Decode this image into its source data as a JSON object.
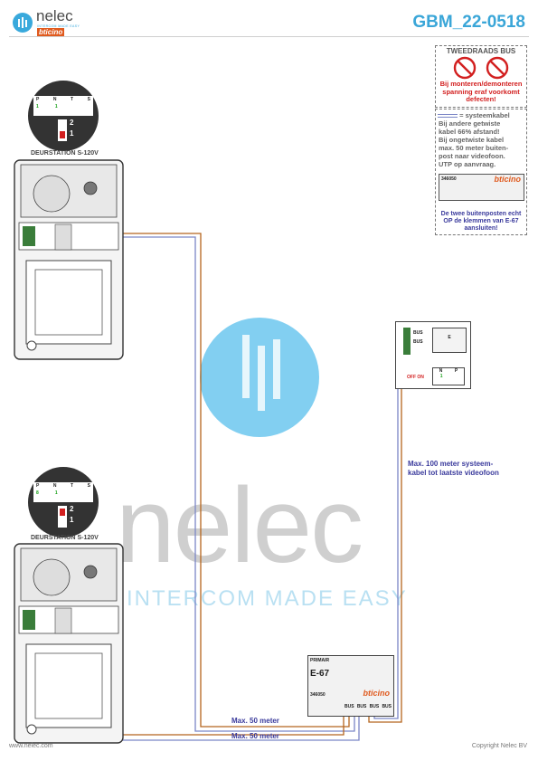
{
  "header": {
    "brand": "nelec",
    "brand_tagline": "INTERCOM MADE EASY",
    "brand_sub": "bticino",
    "doc_id": "GBM_22-0518"
  },
  "notes": {
    "bus_title": "TWEEDRAADS BUS",
    "bus_warning": "Bij monteren/demonteren spanning eraf voorkomt defecten!",
    "cable_title": "systeemkabel",
    "cable_lines": [
      "Bij andere getwiste",
      "kabel 66% afstand!",
      "Bij ongetwiste kabel",
      "max. 50 meter buiten-",
      "post naar videofoon.",
      "UTP op aanvraag."
    ],
    "mini_model": "346050",
    "mini_brand": "bticino",
    "terminal_note": "De twee buitenposten echt OP de klemmen van E-67 aansluiten!"
  },
  "stations": [
    {
      "label": "DEURSTATION S-120V",
      "jumper_headers": [
        "P",
        "N",
        "T",
        "S"
      ],
      "jumper_values": [
        "1",
        "1",
        "",
        ""
      ],
      "dip": [
        "2",
        "1"
      ]
    },
    {
      "label": "DEURSTATION S-120V",
      "jumper_headers": [
        "P",
        "N",
        "T",
        "S"
      ],
      "jumper_values": [
        "8",
        "1",
        "",
        ""
      ],
      "dip": [
        "2",
        "1"
      ]
    }
  ],
  "monitor": {
    "terminal_labels": [
      "BUS",
      "BUS"
    ],
    "screen_letter": "E",
    "switch_label": "OFF ON",
    "jumper_headers": [
      "N",
      "P"
    ],
    "jumper_values": [
      "1",
      ""
    ]
  },
  "power_supply": {
    "label_top": "PRIMAIR",
    "model": "E-67",
    "part": "346050",
    "brand": "bticino",
    "terminals": [
      "BUS",
      "BUS",
      "BUS",
      "BUS"
    ]
  },
  "cables": {
    "riser_note": "Max. 100 meter systeem-kabel tot laatste videofoon",
    "run1": "Max. 50 meter",
    "run2": "Max. 50 meter"
  },
  "watermark": {
    "word": "nelec",
    "tagline": "INTERCOM MADE EASY"
  },
  "footer": {
    "left": "www.nelec.com",
    "right": "Copyright Nelec BV"
  },
  "colors": {
    "brand_blue": "#39a9dc",
    "cable_brown": "#b5651d",
    "cable_blue": "#7b86c6",
    "jumper_green": "#1aa11a",
    "warning_red": "#d21f1f",
    "label_blue": "#3a3a9c"
  }
}
